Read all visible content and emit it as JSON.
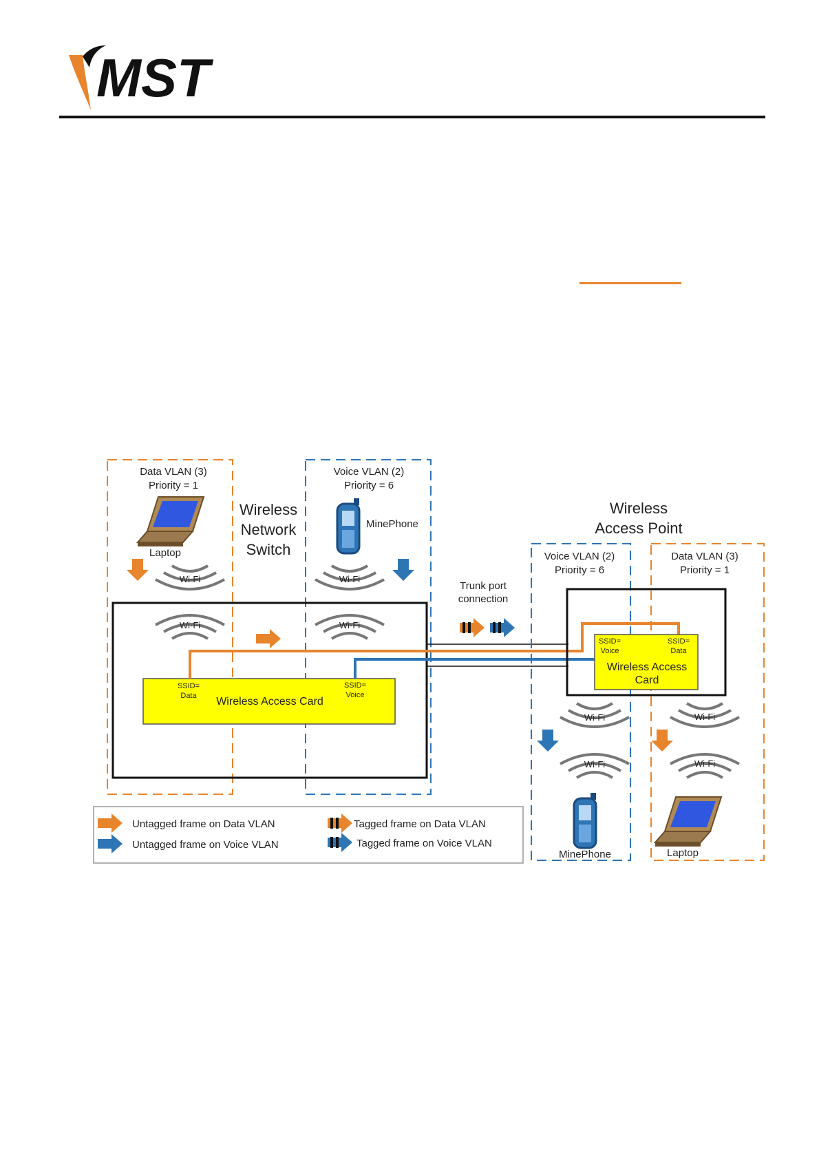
{
  "logo": {
    "text": "MST",
    "accent": "#e8842c"
  },
  "diagram": {
    "left_group": {
      "data_vlan": {
        "title": "Data VLAN (3)",
        "priority": "Priority = 1",
        "device": "Laptop"
      },
      "voice_vlan": {
        "title": "Voice VLAN (2)",
        "priority": "Priority = 6",
        "device": "MinePhone"
      },
      "switch_title": [
        "Wireless",
        "Network",
        "Switch"
      ],
      "card": {
        "label": "Wireless Access Card",
        "ssid_data": [
          "SSID=",
          "Data"
        ],
        "ssid_voice": [
          "SSID=",
          "Voice"
        ]
      }
    },
    "right_group": {
      "title": [
        "Wireless",
        "Access Point"
      ],
      "voice_vlan": {
        "title": "Voice VLAN (2)",
        "priority": "Priority = 6",
        "device": "MinePhone"
      },
      "data_vlan": {
        "title": "Data VLAN (3)",
        "priority": "Priority = 1",
        "device": "Laptop"
      },
      "card": {
        "label": [
          "Wireless Access",
          "Card"
        ],
        "ssid_voice": [
          "SSID=",
          "Voice"
        ],
        "ssid_data": [
          "SSID=",
          "Data"
        ]
      }
    },
    "trunk": [
      "Trunk port",
      "connection"
    ],
    "wifi_label": "Wi-Fi",
    "legend": {
      "untagged_data": "Untagged frame on Data VLAN",
      "untagged_voice": "Untagged frame on Voice VLAN",
      "tagged_data": "Tagged frame on Data VLAN",
      "tagged_voice": "Tagged frame on Voice VLAN"
    },
    "colors": {
      "data": "#e8842c",
      "voice": "#2e75b6",
      "card": "#ffff00",
      "wifi": "#777777"
    }
  }
}
